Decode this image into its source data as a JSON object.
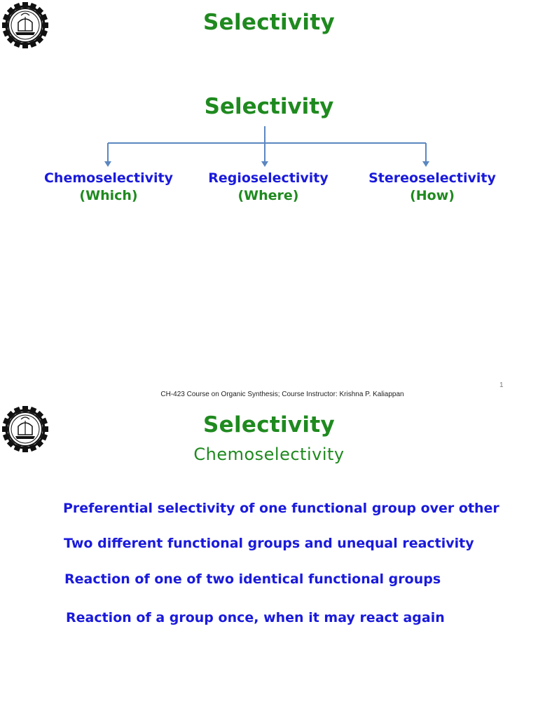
{
  "slide1": {
    "title": "Selectivity",
    "diagram": {
      "root": "Selectivity",
      "branches": [
        {
          "name": "Chemoselectivity",
          "question": "(Which)"
        },
        {
          "name": "Regioselectivity",
          "question": "(Where)"
        },
        {
          "name": "Stereoselectivity",
          "question": "(How)"
        }
      ]
    },
    "footer": "CH-423 Course on Organic Synthesis; Course Instructor: Krishna P. Kaliappan",
    "page_number": "1"
  },
  "slide2": {
    "title": "Selectivity",
    "subtitle": "Chemoselectivity",
    "points": [
      "Preferential selectivity of one functional group over other",
      "Two different functional groups and unequal reactivity",
      "Reaction of one of two identical functional groups",
      "Reaction of a group once, when it may react again"
    ]
  },
  "colors": {
    "title_green": "#1f8a1f",
    "text_blue": "#1a1adc",
    "arrow_blue": "#5b87c0"
  },
  "icons": {
    "logo": "institute-emblem-gear-icon"
  }
}
